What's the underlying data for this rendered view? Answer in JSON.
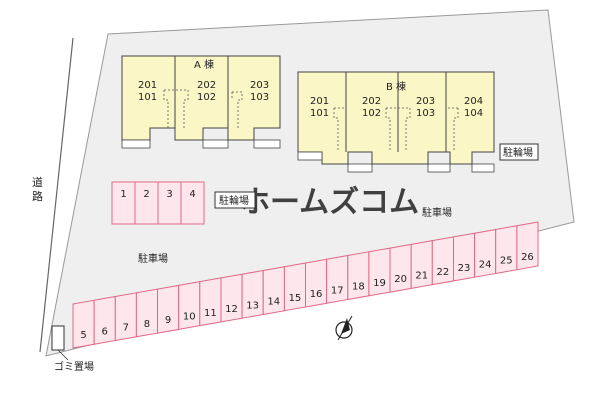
{
  "colors": {
    "site_fill": "#efefef",
    "site_stroke": "#999999",
    "building_fill": "#fbf6c6",
    "building_stroke": "#444444",
    "parking_fill": "#fde6ec",
    "parking_stroke": "#e06a86",
    "text": "#222222",
    "watermark": "#ffffff"
  },
  "labels": {
    "road": "道路",
    "parking_left": "駐車場",
    "parking_right": "駐車場",
    "bicycle_left": "駐輪場",
    "bicycle_right": "駐輪場",
    "garbage": "ゴミ置場",
    "watermark": "ホームズコム"
  },
  "buildings": {
    "a": {
      "name": "A 棟",
      "units": [
        {
          "upper": "201",
          "lower": "101"
        },
        {
          "upper": "202",
          "lower": "102"
        },
        {
          "upper": "203",
          "lower": "103"
        }
      ]
    },
    "b": {
      "name": "B 棟",
      "units": [
        {
          "upper": "201",
          "lower": "101"
        },
        {
          "upper": "202",
          "lower": "102"
        },
        {
          "upper": "203",
          "lower": "103"
        },
        {
          "upper": "204",
          "lower": "104"
        }
      ]
    }
  },
  "parking_upper": [
    "1",
    "2",
    "3",
    "4"
  ],
  "parking_lower": [
    "5",
    "6",
    "7",
    "8",
    "9",
    "10",
    "11",
    "12",
    "13",
    "14",
    "15",
    "16",
    "17",
    "18",
    "19",
    "20",
    "21",
    "22",
    "23",
    "24",
    "25",
    "26"
  ],
  "compass_icon": "north-compass-icon"
}
